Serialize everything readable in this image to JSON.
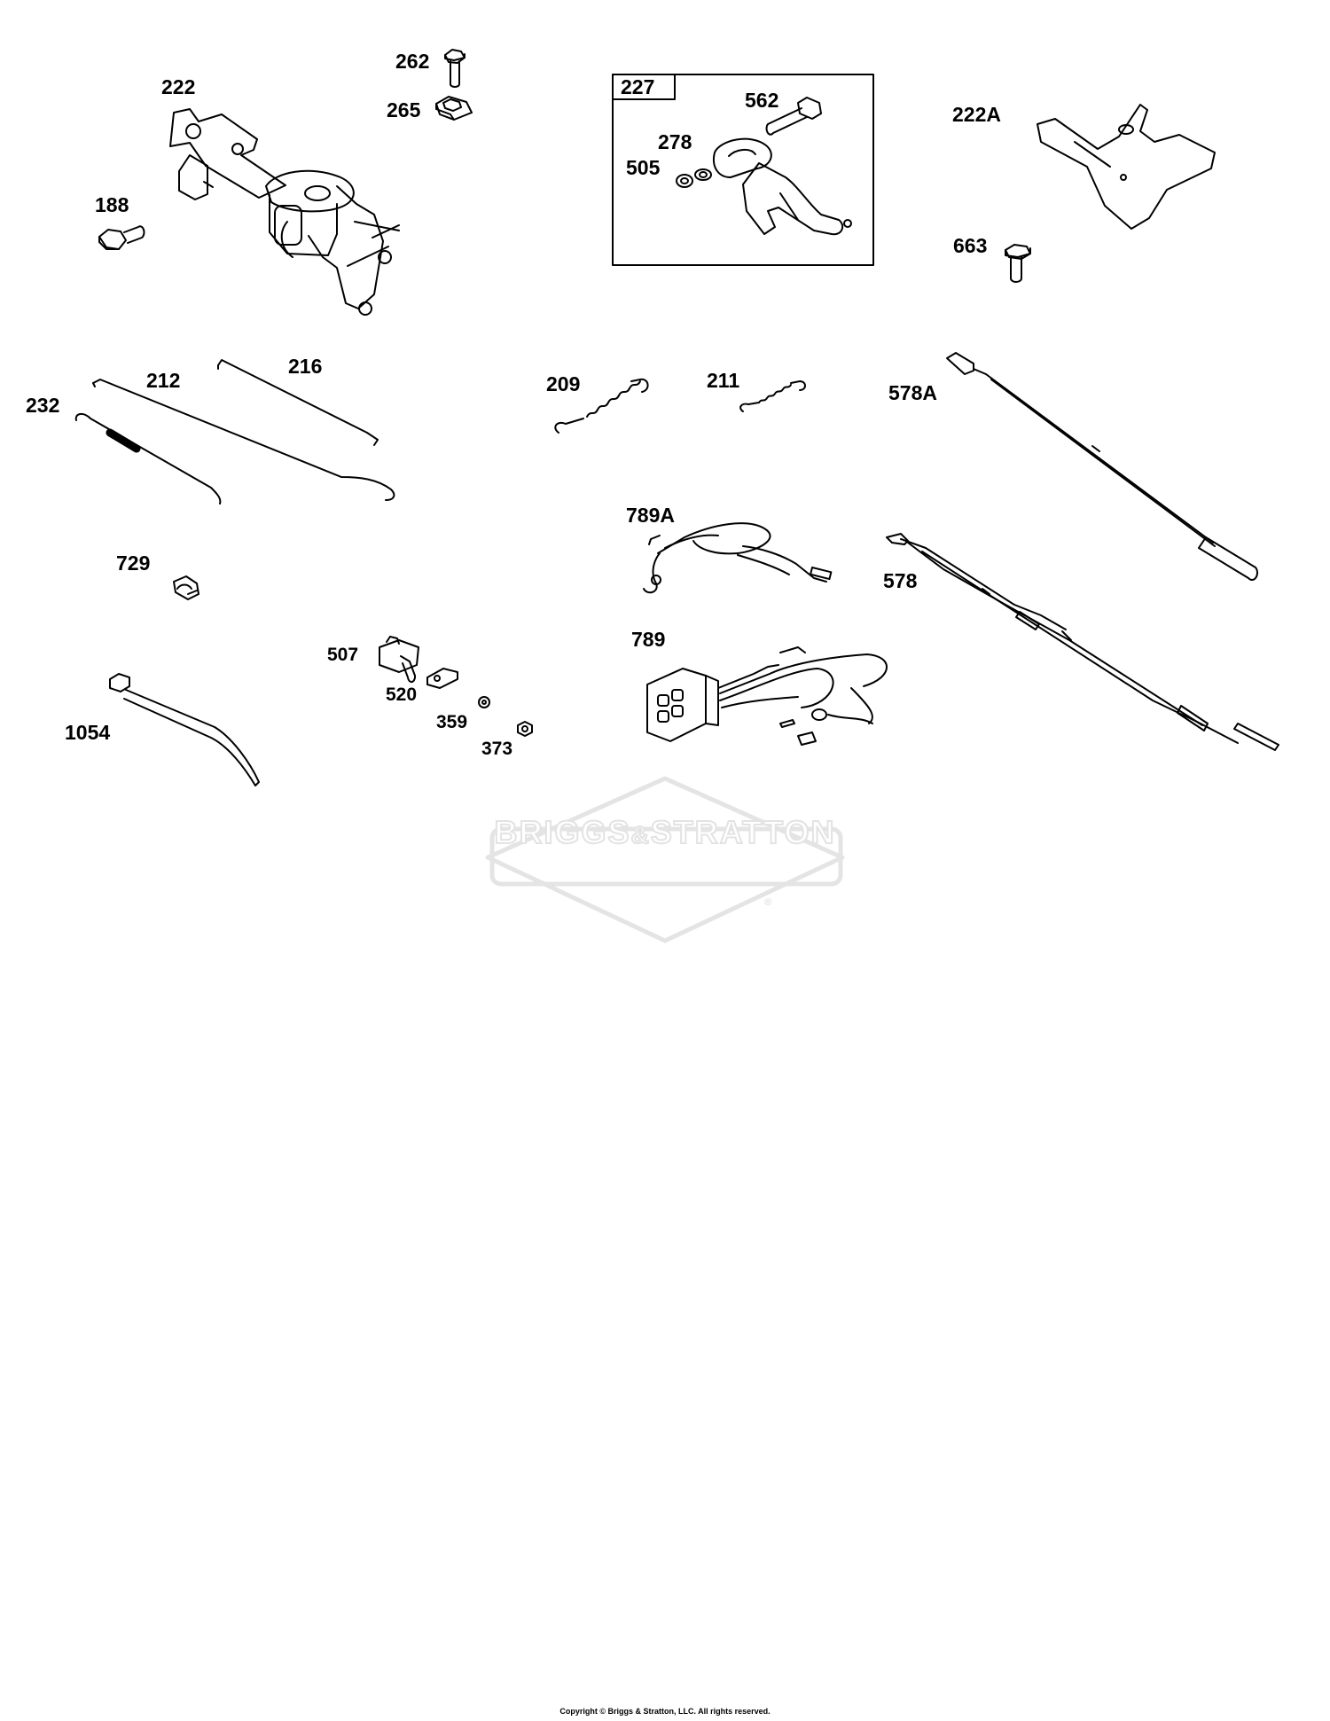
{
  "parts": {
    "p262": "262",
    "p265": "265",
    "p222": "222",
    "p188": "188",
    "p227": "227",
    "p562": "562",
    "p278": "278",
    "p505": "505",
    "p222A": "222A",
    "p663": "663",
    "p212": "212",
    "p216": "216",
    "p232": "232",
    "p209": "209",
    "p211": "211",
    "p578A": "578A",
    "p789A": "789A",
    "p578": "578",
    "p729": "729",
    "p507": "507",
    "p520": "520",
    "p359": "359",
    "p373": "373",
    "p789": "789",
    "p1054": "1054"
  },
  "watermark": {
    "brand_left": "BRIGGS",
    "brand_amp": "&",
    "brand_right": "STRATTON",
    "registered": "®"
  },
  "copyright": "Copyright © Briggs & Stratton, LLC. All rights reserved."
}
